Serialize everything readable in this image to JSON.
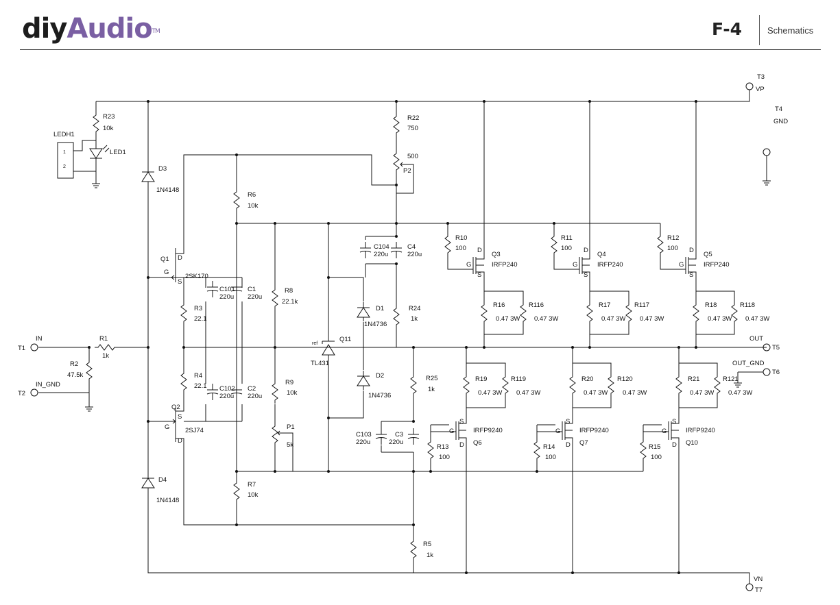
{
  "header": {
    "logo_diy": "diy",
    "logo_audio": "Audio",
    "logo_tm": "TM",
    "model": "F-4",
    "doc_type": "Schematics"
  },
  "terminals": {
    "T1": "T1",
    "IN": "IN",
    "T2": "T2",
    "IN_GND": "IN_GND",
    "T3": "T3",
    "VP": "VP",
    "T4": "T4",
    "GND": "GND",
    "T5": "T5",
    "OUT": "OUT",
    "T6": "T6",
    "OUT_GND": "OUT_GND",
    "T7": "T7",
    "VN": "VN"
  },
  "components": {
    "ledh1": "LEDH1",
    "ledh1_p1": "1",
    "ledh1_p2": "2",
    "r23": "R23",
    "r23_v": "10k",
    "led1": "LED1",
    "d3": "D3",
    "d3_v": "1N4148",
    "d4": "D4",
    "d4_v": "1N4148",
    "r1": "R1",
    "r1_v": "1k",
    "r2": "R2",
    "r2_v": "47.5k",
    "q1": "Q1",
    "q1_v": "2SK170",
    "q1_g": "G",
    "q1_d": "D",
    "q1_s": "S",
    "q2": "Q2",
    "q2_v": "2SJ74",
    "q2_g": "G",
    "q2_d": "D",
    "q2_s": "S",
    "r3": "R3",
    "r3_v": "22.1",
    "r4": "R4",
    "r4_v": "22.1",
    "r6": "R6",
    "r6_v": "10k",
    "r7": "R7",
    "r7_v": "10k",
    "c101": "C101",
    "c101_v": "220u",
    "c1": "C1",
    "c1_v": "220u",
    "c102": "C102",
    "c102_v": "220u",
    "c2": "C2",
    "c2_v": "220u",
    "r8": "R8",
    "r8_v": "22.1k",
    "r9": "R9",
    "r9_v": "10k",
    "p1": "P1",
    "p1_v": "5k",
    "q11": "Q11",
    "q11_v": "TL431",
    "q11_ref": "ref",
    "r22": "R22",
    "r22_v": "750",
    "p2": "P2",
    "p2_v": "500",
    "c104": "C104",
    "c104_v": "220u",
    "c4": "C4",
    "c4_v": "220u",
    "d1": "D1",
    "d1_v": "1N4736",
    "d2": "D2",
    "d2_v": "1N4736",
    "r24": "R24",
    "r24_v": "1k",
    "r25": "R25",
    "r25_v": "1k",
    "c103": "C103",
    "c103_v": "220u",
    "c3": "C3",
    "c3_v": "220u",
    "r5": "R5",
    "r5_v": "1k",
    "r10": "R10",
    "r10_v": "100",
    "r11": "R11",
    "r11_v": "100",
    "r12": "R12",
    "r12_v": "100",
    "q3": "Q3",
    "q3_v": "IRFP240",
    "q4": "Q4",
    "q4_v": "IRFP240",
    "q5": "Q5",
    "q5_v": "IRFP240",
    "r16": "R16",
    "r16_v": "0.47 3W",
    "r116": "R116",
    "r116_v": "0.47 3W",
    "r17": "R17",
    "r17_v": "0.47 3W",
    "r117": "R117",
    "r117_v": "0.47 3W",
    "r18": "R18",
    "r18_v": "0.47 3W",
    "r118": "R118",
    "r118_v": "0.47 3W",
    "r19": "R19",
    "r19_v": "0.47 3W",
    "r119": "R119",
    "r119_v": "0.47 3W",
    "r20": "R20",
    "r20_v": "0.47 3W",
    "r120": "R120",
    "r120_v": "0.47 3W",
    "r21": "R21",
    "r21_v": "0.47 3W",
    "r121": "R121",
    "r121_v": "0.47 3W",
    "q6": "Q6",
    "q6_v": "IRFP9240",
    "q7": "Q7",
    "q7_v": "IRFP9240",
    "q10": "Q10",
    "q10_v": "IRFP9240",
    "r13": "R13",
    "r13_v": "100",
    "r14": "R14",
    "r14_v": "100",
    "r15": "R15",
    "r15_v": "100",
    "pin_g": "G",
    "pin_d": "D",
    "pin_s": "S",
    "cap_plus": "+",
    "pin_1": "1",
    "pin_2": "2"
  }
}
